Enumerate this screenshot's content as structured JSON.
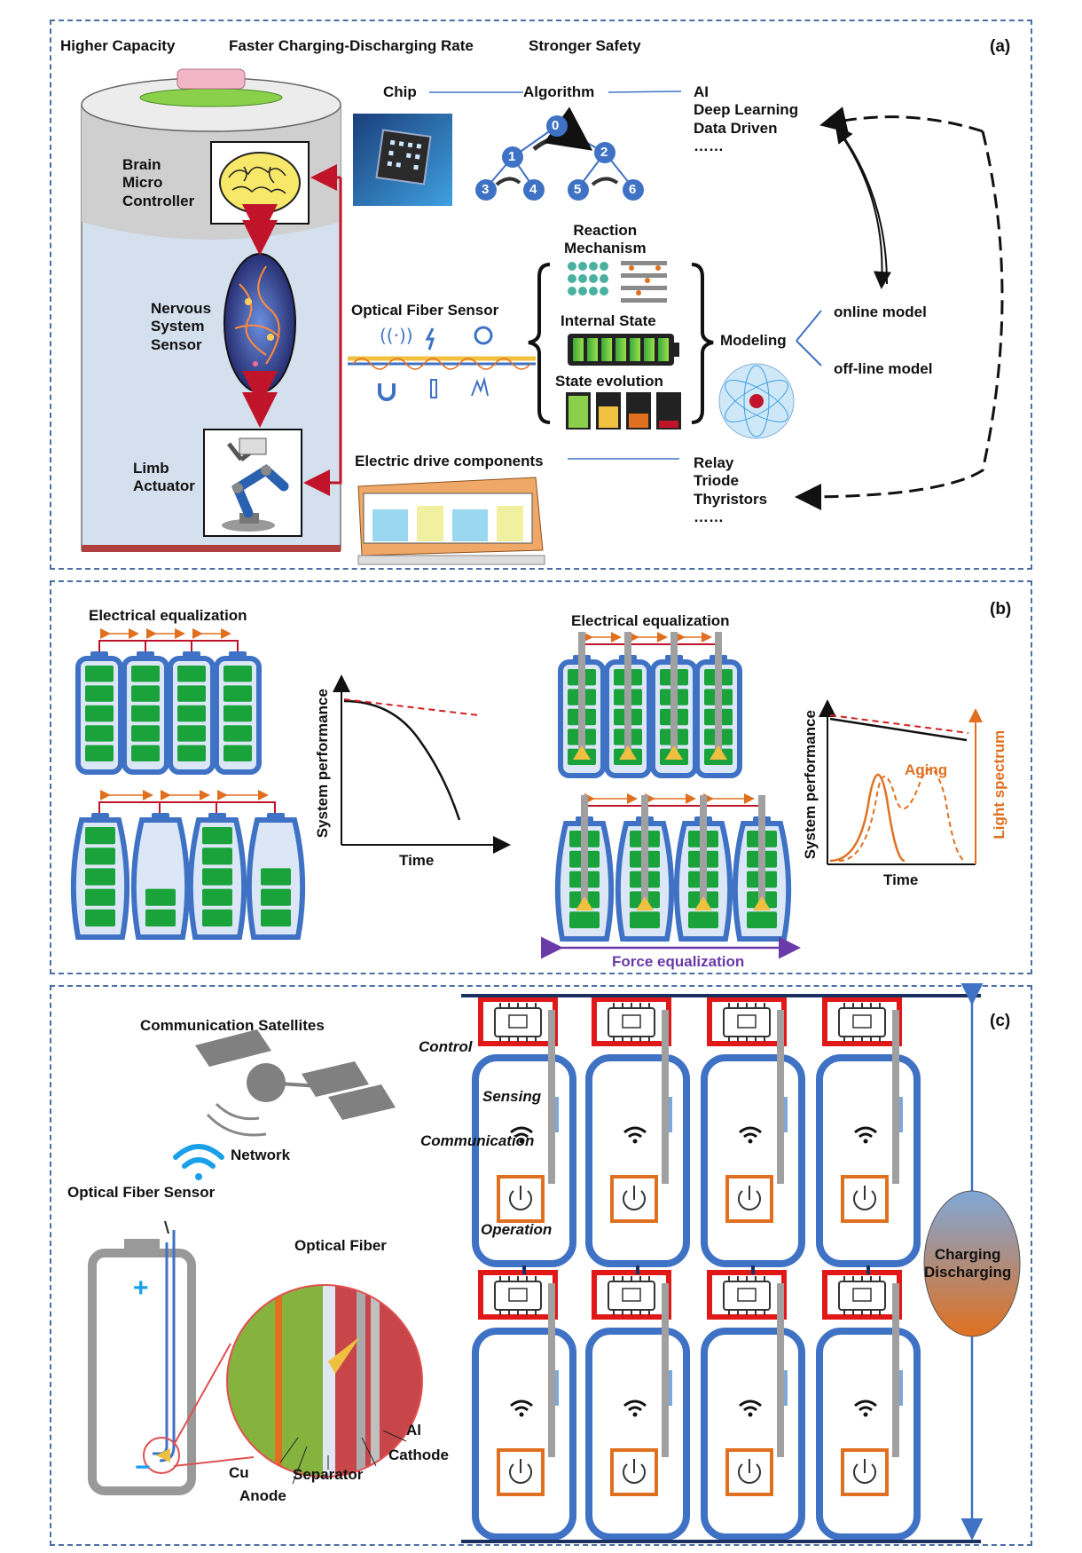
{
  "panel_a": {
    "label": "(a)",
    "top_features": [
      "Higher Capacity",
      "Faster Charging-Discharging Rate",
      "Stronger Safety"
    ],
    "brain_label": "Brain\nMicro\nController",
    "nervous_label": "Nervous\nSystem\nSensor",
    "limb_label": "Limb\nActuator",
    "chip": "Chip",
    "algorithm": "Algorithm",
    "ai_list": "AI\nDeep Learning\nData Driven\n……",
    "tree_nodes": [
      "0",
      "1",
      "2",
      "3",
      "4",
      "5",
      "6"
    ],
    "optical_fiber_sensor": "Optical Fiber Sensor",
    "reaction_mechanism": "Reaction\nMechanism",
    "internal_state": "Internal State",
    "state_evolution": "State evolution",
    "modeling": "Modeling",
    "online_model": "online model",
    "offline_model": "off-line model",
    "electric_drive": "Electric drive components",
    "relay_list": "Relay\nTriode\nThyristors\n……"
  },
  "panel_b": {
    "label": "(b)",
    "left_title": "Electrical equalization",
    "right_title": "Electrical equalization",
    "force_eq": "Force equalization",
    "ylabel": "System performance",
    "xlabel": "Time",
    "aging": "Aging",
    "light_spectrum": "Light spectrum",
    "left_fill_levels": [
      5,
      2,
      5,
      3
    ]
  },
  "panel_c": {
    "label": "(c)",
    "satellites": "Communication Satellites",
    "network": "Network",
    "optical_fiber_sensor": "Optical Fiber Sensor",
    "optical_fiber": "Optical Fiber",
    "cu": "Cu",
    "anode": "Anode",
    "separator": "Separator",
    "al": "Al",
    "cathode": "Cathode",
    "control": "Control",
    "sensing": "Sensing",
    "communication": "Communication",
    "operation": "Operation",
    "charging": "Charging\nDischarging",
    "plus": "+",
    "minus": "−"
  },
  "colors": {
    "frame": "#4a6fa5",
    "battery_blue": "#3f72c4",
    "cell_green": "#1aa33a",
    "red_link": "#c0142a",
    "orange": "#e07020",
    "purple": "#6a3aa8"
  }
}
